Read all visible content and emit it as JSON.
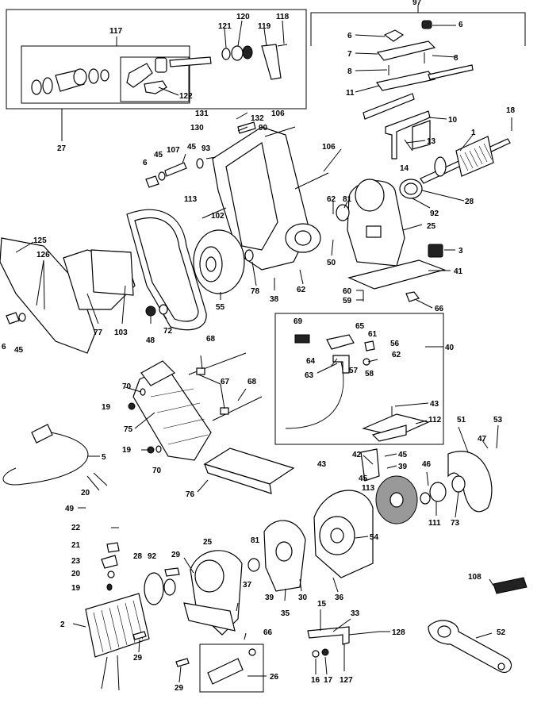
{
  "diagram": {
    "labels": [
      {
        "id": "l97",
        "text": "97"
      },
      {
        "id": "l117",
        "text": "117"
      },
      {
        "id": "l120",
        "text": "120"
      },
      {
        "id": "l121",
        "text": "121"
      },
      {
        "id": "l119",
        "text": "119"
      },
      {
        "id": "l118",
        "text": "118"
      },
      {
        "id": "l122",
        "text": "122"
      },
      {
        "id": "l27",
        "text": "27"
      },
      {
        "id": "l6a",
        "text": "6"
      },
      {
        "id": "l6b",
        "text": "6"
      },
      {
        "id": "l7",
        "text": "7"
      },
      {
        "id": "l8a",
        "text": "8"
      },
      {
        "id": "l8b",
        "text": "8"
      },
      {
        "id": "l11",
        "text": "11"
      },
      {
        "id": "l10",
        "text": "10"
      },
      {
        "id": "l18",
        "text": "18"
      },
      {
        "id": "l1",
        "text": "1"
      },
      {
        "id": "l13",
        "text": "13"
      },
      {
        "id": "l14",
        "text": "14"
      },
      {
        "id": "l28a",
        "text": "28"
      },
      {
        "id": "l92a",
        "text": "92"
      },
      {
        "id": "l131",
        "text": "131"
      },
      {
        "id": "l132",
        "text": "132"
      },
      {
        "id": "l106a",
        "text": "106"
      },
      {
        "id": "l130",
        "text": "130"
      },
      {
        "id": "l90",
        "text": "90"
      },
      {
        "id": "l45a",
        "text": "45"
      },
      {
        "id": "l93",
        "text": "93"
      },
      {
        "id": "l107",
        "text": "107"
      },
      {
        "id": "l45b",
        "text": "45"
      },
      {
        "id": "l6c",
        "text": "6"
      },
      {
        "id": "l106b",
        "text": "106"
      },
      {
        "id": "l113a",
        "text": "113"
      },
      {
        "id": "l102",
        "text": "102"
      },
      {
        "id": "l62a",
        "text": "62"
      },
      {
        "id": "l81a",
        "text": "81"
      },
      {
        "id": "l25a",
        "text": "25"
      },
      {
        "id": "l50",
        "text": "50"
      },
      {
        "id": "l3",
        "text": "3"
      },
      {
        "id": "l41",
        "text": "41"
      },
      {
        "id": "l62b",
        "text": "62"
      },
      {
        "id": "l38",
        "text": "38"
      },
      {
        "id": "l78",
        "text": "78"
      },
      {
        "id": "l55",
        "text": "55"
      },
      {
        "id": "l60",
        "text": "60"
      },
      {
        "id": "l59",
        "text": "59"
      },
      {
        "id": "l66a",
        "text": "66"
      },
      {
        "id": "l125",
        "text": "125"
      },
      {
        "id": "l126",
        "text": "126"
      },
      {
        "id": "l6d",
        "text": "6"
      },
      {
        "id": "l45c",
        "text": "45"
      },
      {
        "id": "l77",
        "text": "77"
      },
      {
        "id": "l103",
        "text": "103"
      },
      {
        "id": "l48",
        "text": "48"
      },
      {
        "id": "l72",
        "text": "72"
      },
      {
        "id": "l69",
        "text": "69"
      },
      {
        "id": "l65",
        "text": "65"
      },
      {
        "id": "l61",
        "text": "61"
      },
      {
        "id": "l56",
        "text": "56"
      },
      {
        "id": "l40",
        "text": "40"
      },
      {
        "id": "l62c",
        "text": "62"
      },
      {
        "id": "l64",
        "text": "64"
      },
      {
        "id": "l57",
        "text": "57"
      },
      {
        "id": "l58",
        "text": "58"
      },
      {
        "id": "l63",
        "text": "63"
      },
      {
        "id": "l68a",
        "text": "68"
      },
      {
        "id": "l67",
        "text": "67"
      },
      {
        "id": "l68b",
        "text": "68"
      },
      {
        "id": "l70a",
        "text": "70"
      },
      {
        "id": "l19a",
        "text": "19"
      },
      {
        "id": "l75",
        "text": "75"
      },
      {
        "id": "l19b",
        "text": "19"
      },
      {
        "id": "l70b",
        "text": "70"
      },
      {
        "id": "l43a",
        "text": "43"
      },
      {
        "id": "l112",
        "text": "112"
      },
      {
        "id": "l51",
        "text": "51"
      },
      {
        "id": "l47",
        "text": "47"
      },
      {
        "id": "l53",
        "text": "53"
      },
      {
        "id": "l5",
        "text": "5"
      },
      {
        "id": "l42",
        "text": "42"
      },
      {
        "id": "l45d",
        "text": "45"
      },
      {
        "id": "l39a",
        "text": "39"
      },
      {
        "id": "l46",
        "text": "46"
      },
      {
        "id": "l43b",
        "text": "43"
      },
      {
        "id": "l76",
        "text": "76"
      },
      {
        "id": "l45e",
        "text": "45"
      },
      {
        "id": "l113b",
        "text": "113"
      },
      {
        "id": "l20a",
        "text": "20"
      },
      {
        "id": "l49",
        "text": "49"
      },
      {
        "id": "l111",
        "text": "111"
      },
      {
        "id": "l73",
        "text": "73"
      },
      {
        "id": "l22",
        "text": "22"
      },
      {
        "id": "l54",
        "text": "54"
      },
      {
        "id": "l21",
        "text": "21"
      },
      {
        "id": "l25b",
        "text": "25"
      },
      {
        "id": "l81b",
        "text": "81"
      },
      {
        "id": "l28b",
        "text": "28"
      },
      {
        "id": "l92b",
        "text": "92"
      },
      {
        "id": "l29a",
        "text": "29"
      },
      {
        "id": "l23",
        "text": "23"
      },
      {
        "id": "l20b",
        "text": "20"
      },
      {
        "id": "l19c",
        "text": "19"
      },
      {
        "id": "l37",
        "text": "37"
      },
      {
        "id": "l39b",
        "text": "39"
      },
      {
        "id": "l30",
        "text": "30"
      },
      {
        "id": "l36",
        "text": "36"
      },
      {
        "id": "l35",
        "text": "35"
      },
      {
        "id": "l108",
        "text": "108"
      },
      {
        "id": "l2",
        "text": "2"
      },
      {
        "id": "l15",
        "text": "15"
      },
      {
        "id": "l33",
        "text": "33"
      },
      {
        "id": "l66b",
        "text": "66"
      },
      {
        "id": "l128",
        "text": "128"
      },
      {
        "id": "l52",
        "text": "52"
      },
      {
        "id": "l29b",
        "text": "29"
      },
      {
        "id": "l26",
        "text": "26"
      },
      {
        "id": "l16",
        "text": "16"
      },
      {
        "id": "l17",
        "text": "17"
      },
      {
        "id": "l127",
        "text": "127"
      },
      {
        "id": "l29c",
        "text": "29"
      }
    ]
  }
}
